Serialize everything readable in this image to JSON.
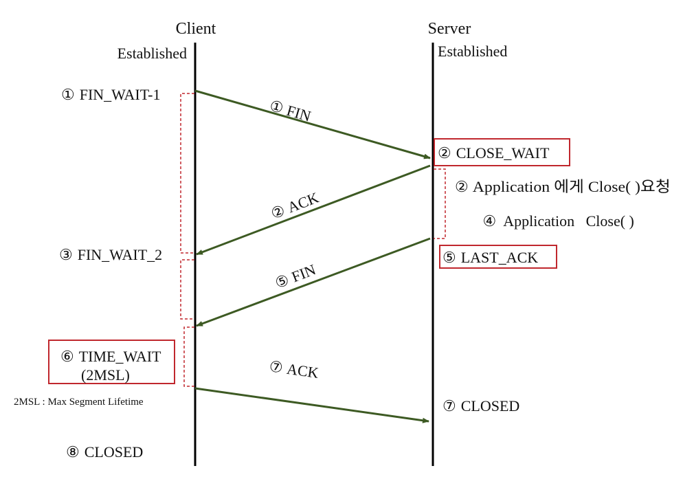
{
  "actors": {
    "client": {
      "name": "Client",
      "initial_state": "Established"
    },
    "server": {
      "name": "Server",
      "initial_state": "Established"
    }
  },
  "client_states": [
    {
      "num": "①",
      "label": "FIN_WAIT-1"
    },
    {
      "num": "③",
      "label": "FIN_WAIT_2"
    },
    {
      "num": "⑥",
      "label": "TIME_WAIT"
    },
    {
      "num": "",
      "label": "(2MSL)"
    },
    {
      "num": "⑧",
      "label": "CLOSED"
    }
  ],
  "server_states": [
    {
      "num": "②",
      "label": "CLOSE_WAIT"
    },
    {
      "num": "②",
      "label": "Application 에게 Close( )요청"
    },
    {
      "num": "④",
      "label": "Application   Close( )"
    },
    {
      "num": "⑤",
      "label": "LAST_ACK"
    },
    {
      "num": "⑦",
      "label": "CLOSED"
    }
  ],
  "messages": [
    {
      "num": "①",
      "label": "FIN",
      "from": "client",
      "to": "server"
    },
    {
      "num": "②",
      "label": "ACK",
      "from": "server",
      "to": "client"
    },
    {
      "num": "⑤",
      "label": "FIN",
      "from": "server",
      "to": "client"
    },
    {
      "num": "⑦",
      "label": "ACK",
      "from": "client",
      "to": "server"
    }
  ],
  "footnote": "2MSL : Max Segment Lifetime",
  "colors": {
    "arrow": "#3d5a23",
    "lifeline": "#000000",
    "highlight_box": "#c0272d",
    "bracket": "#c0272d"
  }
}
